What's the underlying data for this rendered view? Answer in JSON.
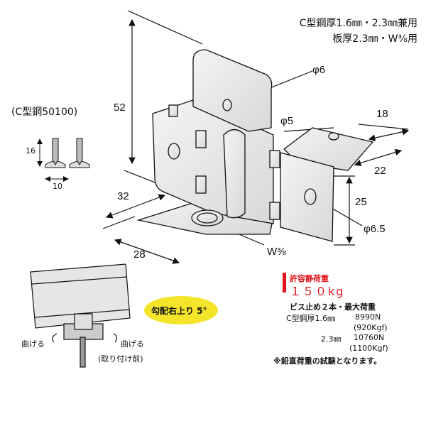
{
  "spec": {
    "line1": "C型鋼厚1.6㎜・2.3㎜兼用",
    "line2": "板厚2.3㎜・W⅜用"
  },
  "dimensions": {
    "hole_top": "φ6",
    "hole_side": "φ5",
    "arm_width": "18",
    "arm_depth": "22",
    "arm_height": "25",
    "hole_arm": "φ6.5",
    "height": "52",
    "base_depth": "32",
    "base_width": "28",
    "bolt": "W⅜"
  },
  "screw": {
    "model": "(C型鋼50100)",
    "length": "16",
    "head_diameter": "10"
  },
  "install": {
    "slope_badge": "勾配右上り 5°",
    "bend_left": "曲げる",
    "bend_right": "曲げる",
    "before_install": "(取り付け前)"
  },
  "load": {
    "title": "許容静荷重",
    "value": "１５０kg",
    "subtitle": "ビス止め２本・最大荷重",
    "rows": [
      {
        "thickness": "C型鋼厚1.6㎜",
        "force": "8990N",
        "kgf": "(920Kgf)"
      },
      {
        "thickness": "2.3㎜",
        "force": "10760N",
        "kgf": "(1100Kgf)"
      }
    ],
    "note": "※鉛直荷重の試験となります。"
  },
  "colors": {
    "accent_red": "#e0141b",
    "badge_yellow": "#f5e52a"
  }
}
